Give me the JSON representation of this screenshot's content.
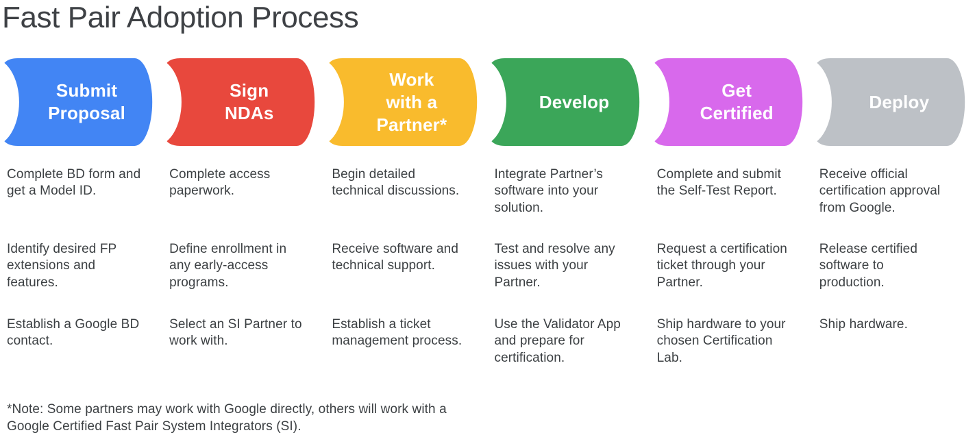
{
  "title": "Fast Pair Adoption Process",
  "colors": {
    "background": "#ffffff",
    "title_text": "#3e4145",
    "body_text": "#3c4043",
    "stage_label_text": "#ffffff"
  },
  "stages": [
    {
      "id": "submit-proposal",
      "label": "Submit\nProposal",
      "color": "#4285F4",
      "steps": [
        "Complete BD form and\nget a Model ID.",
        "Identify desired FP\nextensions and\nfeatures.",
        "Establish a Google BD\ncontact."
      ]
    },
    {
      "id": "sign-ndas",
      "label": "Sign\nNDAs",
      "color": "#E8483D",
      "steps": [
        "Complete access\npaperwork.",
        "Define enrollment in\nany early-access\nprograms.",
        "Select an SI Partner to\nwork with."
      ]
    },
    {
      "id": "work-with-partner",
      "label": "Work\nwith a\nPartner*",
      "color": "#F9BB2D",
      "steps": [
        "Begin detailed\ntechnical discussions.",
        "Receive software and\ntechnical support.",
        "Establish a ticket\nmanagement process."
      ]
    },
    {
      "id": "develop",
      "label": "Develop",
      "color": "#3BA659",
      "steps": [
        "Integrate Partner’s\nsoftware into your\nsolution.",
        "Test and resolve any\nissues with your\nPartner.",
        "Use the Validator App\nand prepare for\ncertification."
      ]
    },
    {
      "id": "get-certified",
      "label": "Get\nCertified",
      "color": "#D869EC",
      "steps": [
        "Complete and submit\nthe Self-Test Report.",
        "Request a certification\nticket through your\nPartner.",
        "Ship hardware to your\nchosen Certification\nLab."
      ]
    },
    {
      "id": "deploy",
      "label": "Deploy",
      "color": "#BDC1C6",
      "steps": [
        "Receive official\ncertification approval\nfrom Google.",
        "Release certified\nsoftware to\nproduction.",
        "Ship hardware."
      ]
    }
  ],
  "note": "*Note: Some partners may work with Google directly, others will work with a\nGoogle Certified Fast Pair System Integrators (SI)."
}
